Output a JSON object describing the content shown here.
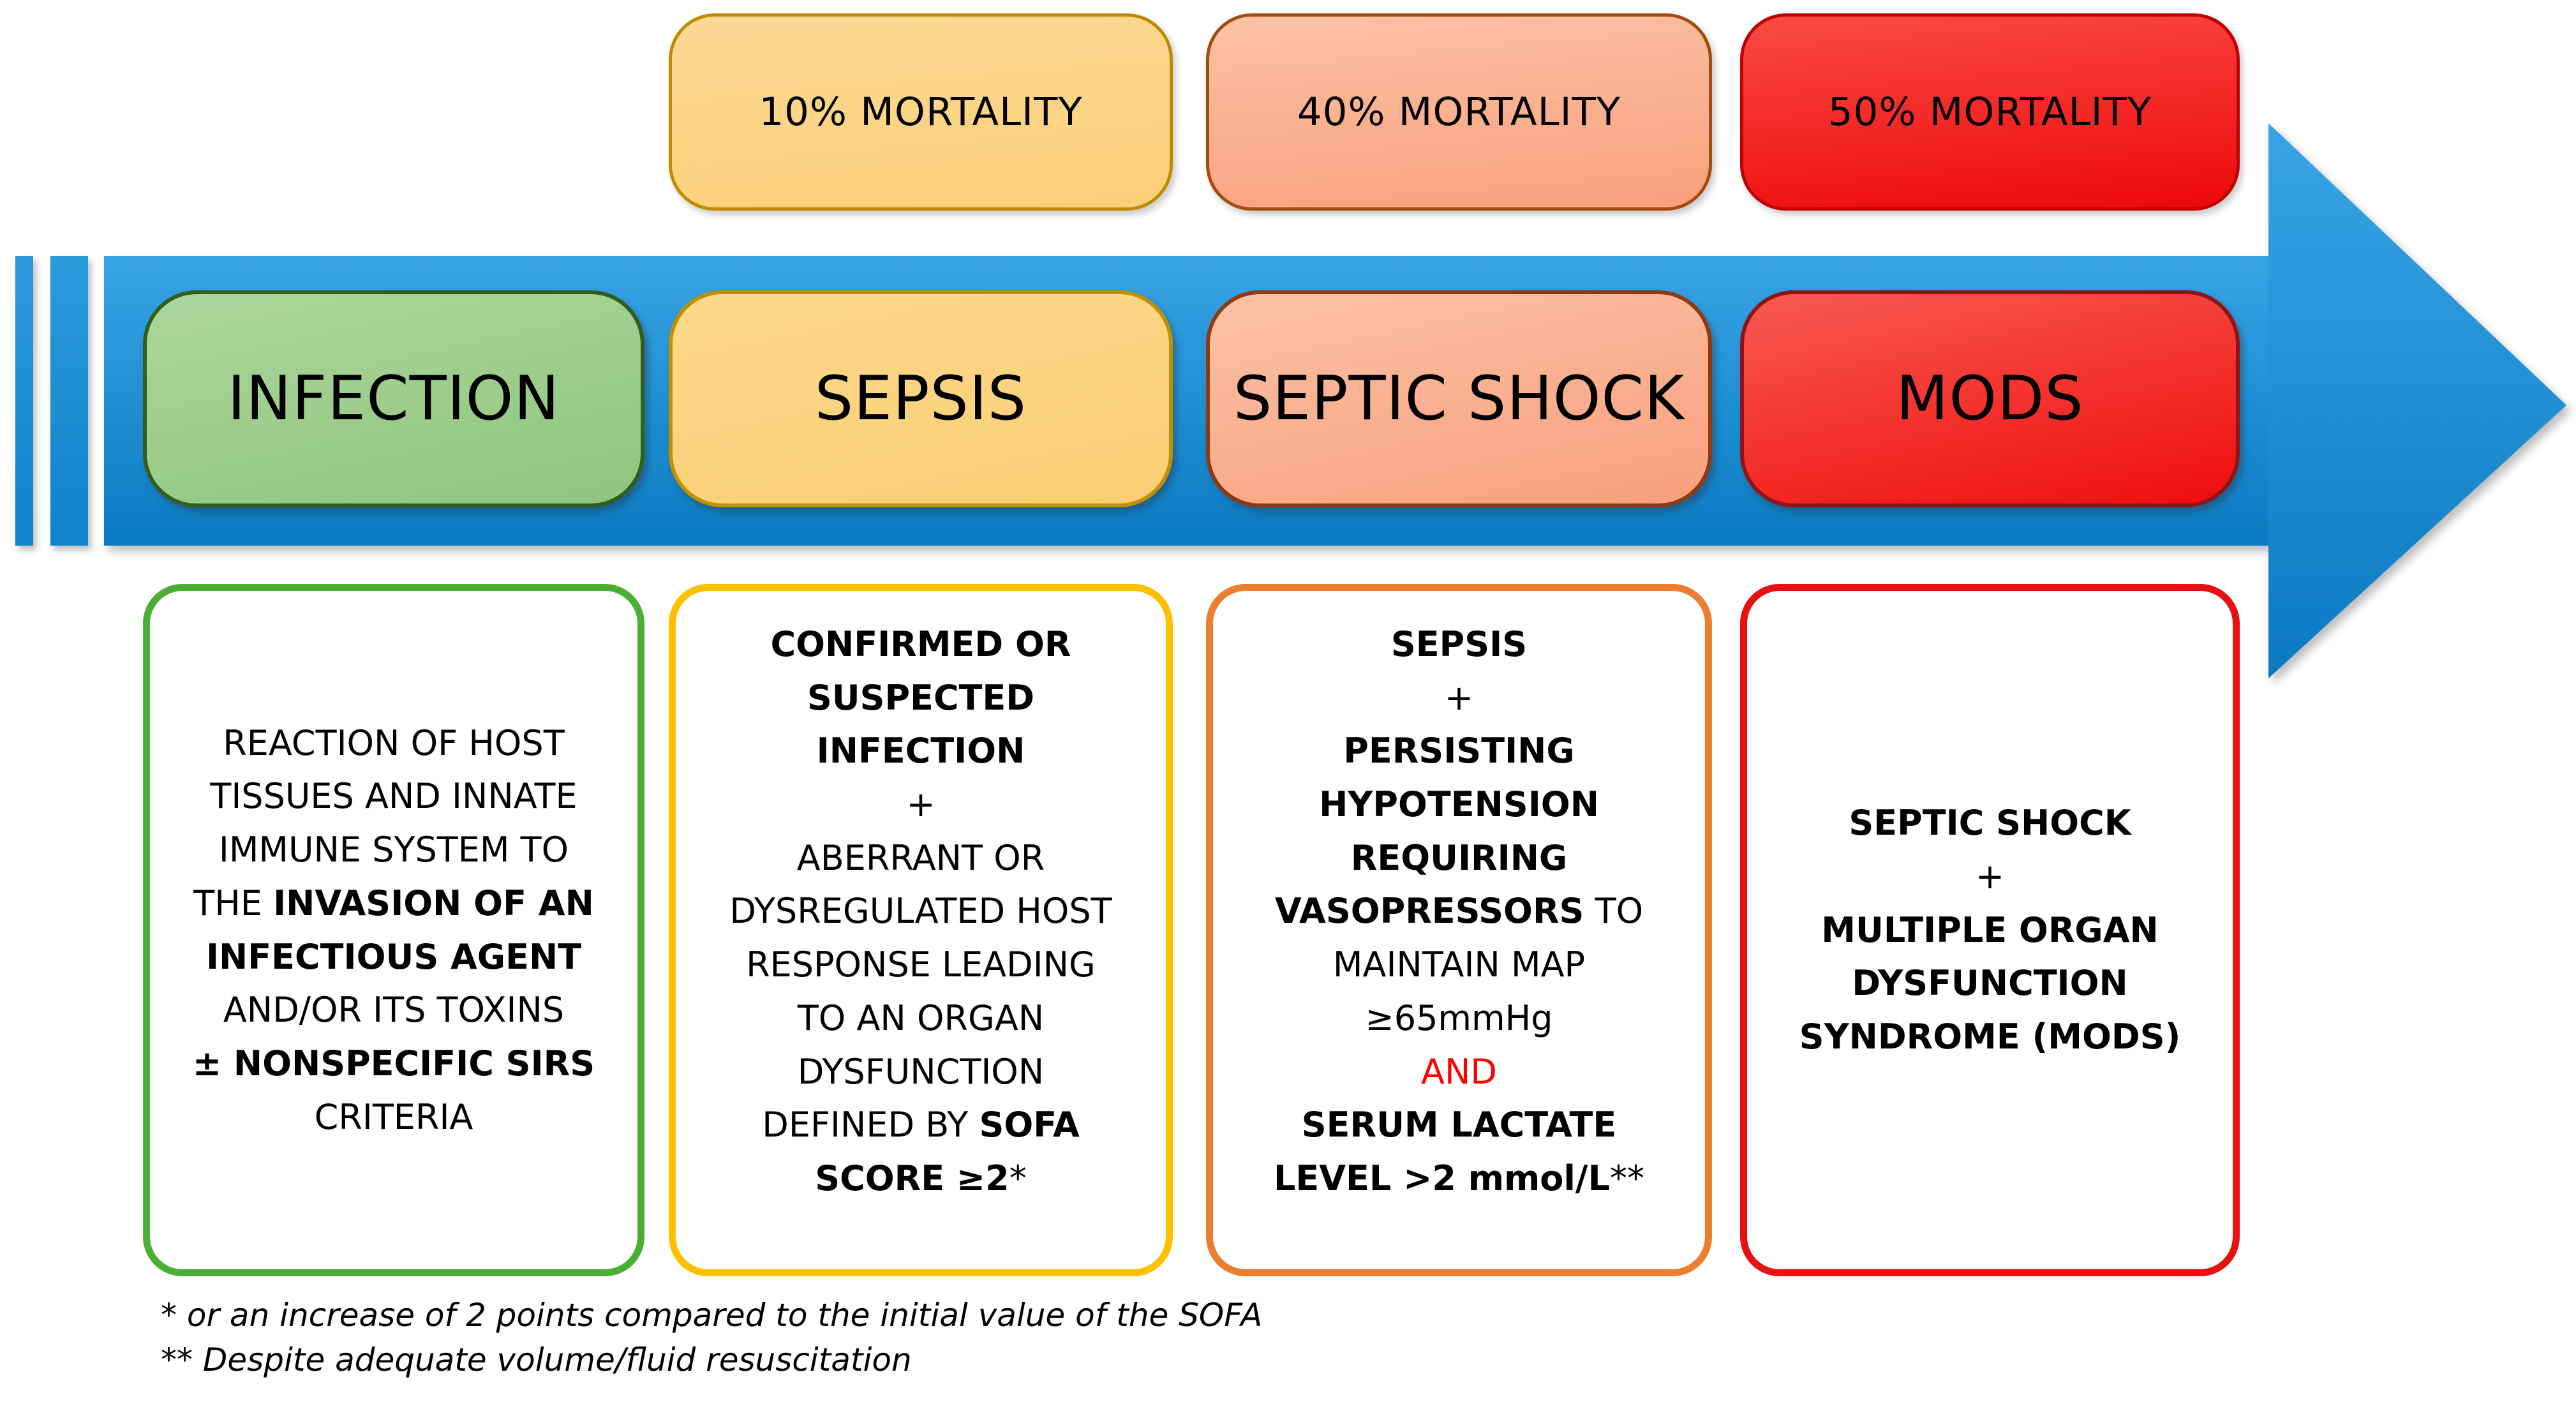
{
  "arrow": {
    "colors": {
      "fill_top": "#38A4E5",
      "fill_bottom": "#0A7AC1"
    },
    "bar_colors": {
      "fill_top": "#2B9ADB",
      "fill_bottom": "#0F83CA"
    }
  },
  "mortality_boxes": [
    {
      "label": "10% MORTALITY",
      "colors": {
        "fill_top": "#FBD996",
        "fill_bottom": "#FCD077",
        "border": "#C08A00"
      }
    },
    {
      "label": "40% MORTALITY",
      "colors": {
        "fill_top": "#FBC2A4",
        "fill_bottom": "#F9A07C",
        "border": "#A34B10"
      }
    },
    {
      "label": "50% MORTALITY",
      "colors": {
        "fill_top": "#FA4B45",
        "fill_bottom": "#EC0808",
        "border": "#C00000"
      }
    }
  ],
  "stages": [
    {
      "label": "INFECTION",
      "colors": {
        "fill_top": "#ACD69C",
        "fill_bottom": "#8EC57D",
        "border": "#2F5E1E"
      }
    },
    {
      "label": "SEPSIS",
      "colors": {
        "fill_top": "#FCD98E",
        "fill_bottom": "#FBCE72",
        "border": "#BF9000"
      }
    },
    {
      "label": "SEPTIC SHOCK",
      "colors": {
        "fill_top": "#FBC2A6",
        "fill_bottom": "#F89F7B",
        "border": "#8C3A0E"
      }
    },
    {
      "label": "MODS",
      "colors": {
        "fill_top": "#F85A50",
        "fill_bottom": "#EE0D0D",
        "border": "#8E1418"
      }
    }
  ],
  "descriptions": [
    {
      "colors": {
        "border": "#4CAF35"
      },
      "lines": [
        [
          {
            "t": "REACTION OF HOST"
          }
        ],
        [
          {
            "t": "TISSUES AND INNATE"
          }
        ],
        [
          {
            "t": "IMMUNE SYSTEM TO"
          }
        ],
        [
          {
            "t": "THE "
          },
          {
            "t": "INVASION OF AN",
            "b": 1
          }
        ],
        [
          {
            "t": "INFECTIOUS AGENT",
            "b": 1
          }
        ],
        [
          {
            "t": "AND/OR ITS TOXINS"
          }
        ],
        [
          {
            "t": "± NONSPECIFIC SIRS",
            "b": 1
          }
        ],
        [
          {
            "t": "CRITERIA"
          }
        ]
      ]
    },
    {
      "colors": {
        "border": "#FFC000"
      },
      "lines": [
        [
          {
            "t": "CONFIRMED OR",
            "b": 1
          }
        ],
        [
          {
            "t": "SUSPECTED",
            "b": 1
          }
        ],
        [
          {
            "t": "INFECTION",
            "b": 1
          }
        ],
        [
          {
            "t": "+"
          }
        ],
        [
          {
            "t": "ABERRANT OR"
          }
        ],
        [
          {
            "t": "DYSREGULATED HOST"
          }
        ],
        [
          {
            "t": "RESPONSE LEADING"
          }
        ],
        [
          {
            "t": "TO AN ORGAN"
          }
        ],
        [
          {
            "t": "DYSFUNCTION"
          }
        ],
        [
          {
            "t": "DEFINED BY "
          },
          {
            "t": "SOFA",
            "b": 1
          }
        ],
        [
          {
            "t": "SCORE ≥2",
            "b": 1
          },
          {
            "t": "*"
          }
        ]
      ]
    },
    {
      "colors": {
        "border": "#ED7D31"
      },
      "lines": [
        [
          {
            "t": "SEPSIS",
            "b": 1
          }
        ],
        [
          {
            "t": "+"
          }
        ],
        [
          {
            "t": "PERSISTING",
            "b": 1
          }
        ],
        [
          {
            "t": "HYPOTENSION",
            "b": 1
          }
        ],
        [
          {
            "t": "REQUIRING",
            "b": 1
          }
        ],
        [
          {
            "t": "VASOPRESSORS",
            "b": 1
          },
          {
            "t": " TO"
          }
        ],
        [
          {
            "t": "MAINTAIN MAP"
          }
        ],
        [
          {
            "t": "≥65mmHg"
          }
        ],
        [
          {
            "t": "AND",
            "c": "#FF0000"
          }
        ],
        [
          {
            "t": "SERUM LACTATE",
            "b": 1
          }
        ],
        [
          {
            "t": "LEVEL >2 mmol/L",
            "b": 1
          },
          {
            "t": "**"
          }
        ]
      ]
    },
    {
      "colors": {
        "border": "#E81010"
      },
      "lines": [
        [
          {
            "t": "SEPTIC SHOCK",
            "b": 1
          }
        ],
        [
          {
            "t": "+"
          }
        ],
        [
          {
            "t": "MULTIPLE ORGAN",
            "b": 1
          }
        ],
        [
          {
            "t": "DYSFUNCTION",
            "b": 1
          }
        ],
        [
          {
            "t": "SYNDROME (MODS)",
            "b": 1
          }
        ]
      ]
    }
  ],
  "footnotes": [
    "* or an increase of 2 points compared to the initial value of the SOFA",
    "** Despite adequate volume/fluid resuscitation"
  ]
}
